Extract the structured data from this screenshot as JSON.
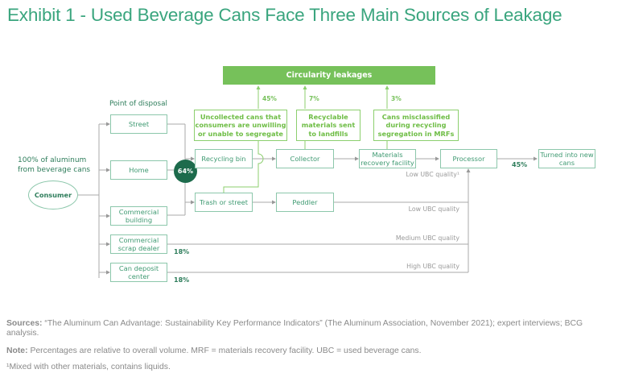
{
  "title": "Exhibit 1 - Used Beverage Cans Face Three Main Sources of Leakage",
  "colors": {
    "title": "#3aa57e",
    "leakage_green": "#76c15a",
    "node_border": "#8cc7ab",
    "dark_green": "#1d6b4c",
    "gray_text": "#8a8a8a"
  },
  "banner": "Circularity leakages",
  "source": {
    "label": "100% of aluminum from beverage cans",
    "consumer": "Consumer"
  },
  "point_of_disposal_label": "Point of disposal",
  "disposal_nodes": [
    "Street",
    "Home",
    "Commercial building",
    "Commercial scrap dealer",
    "Can deposit center"
  ],
  "merge_percent": "64%",
  "flow_nodes": {
    "recycling_bin": "Recycling bin",
    "trash_or_street": "Trash or street",
    "collector": "Collector",
    "peddler": "Peddler",
    "mrf": "Materials recovery facility",
    "processor": "Processor",
    "new_cans": "Turned into new cans"
  },
  "leakages": [
    {
      "percent": "45%",
      "label": "Uncollected cans that consumers are unwilling or unable to segregate"
    },
    {
      "percent": "7%",
      "label": "Recyclable materials sent to landfills"
    },
    {
      "percent": "3%",
      "label": "Cans misclassified during recycling segregation in MRFs"
    }
  ],
  "output_percent": "45%",
  "scrap_percent": "18%",
  "deposit_percent": "18%",
  "quality_labels": {
    "mrf": "Low UBC quality¹",
    "peddler": "Low UBC quality",
    "scrap": "Medium UBC quality",
    "deposit": "High UBC quality"
  },
  "footnotes": {
    "sources_label": "Sources:",
    "sources_text": " “The Aluminum Can Advantage: Sustainability Key Performance Indicators” (The Aluminum Association, November 2021); expert interviews; BCG analysis.",
    "note_label": "Note:",
    "note_text": " Percentages are relative to overall volume. MRF = materials recovery facility. UBC = used beverage cans.",
    "footnote_1": "¹Mixed with other materials, contains liquids."
  }
}
